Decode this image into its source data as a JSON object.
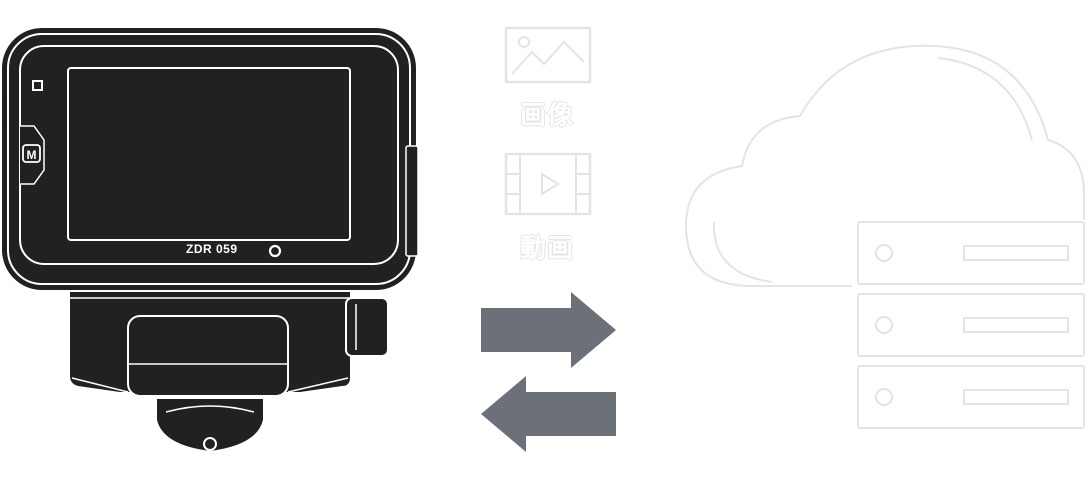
{
  "device": {
    "model_label": "ZDR 059",
    "menu_button_letter": "M"
  },
  "media_types": [
    {
      "label": "画像",
      "icon": "image-icon"
    },
    {
      "label": "動画",
      "icon": "video-icon"
    }
  ],
  "transfer": {
    "upload_arrow": "arrow-right-icon",
    "download_arrow": "arrow-left-icon",
    "arrow_color": "#6b7079"
  },
  "server": {
    "icon": "cloud-server-icon",
    "outline_color": "#e4e4e4"
  },
  "colors": {
    "device_body": "#212121",
    "device_outline": "#ffffff",
    "background": "#ffffff"
  }
}
